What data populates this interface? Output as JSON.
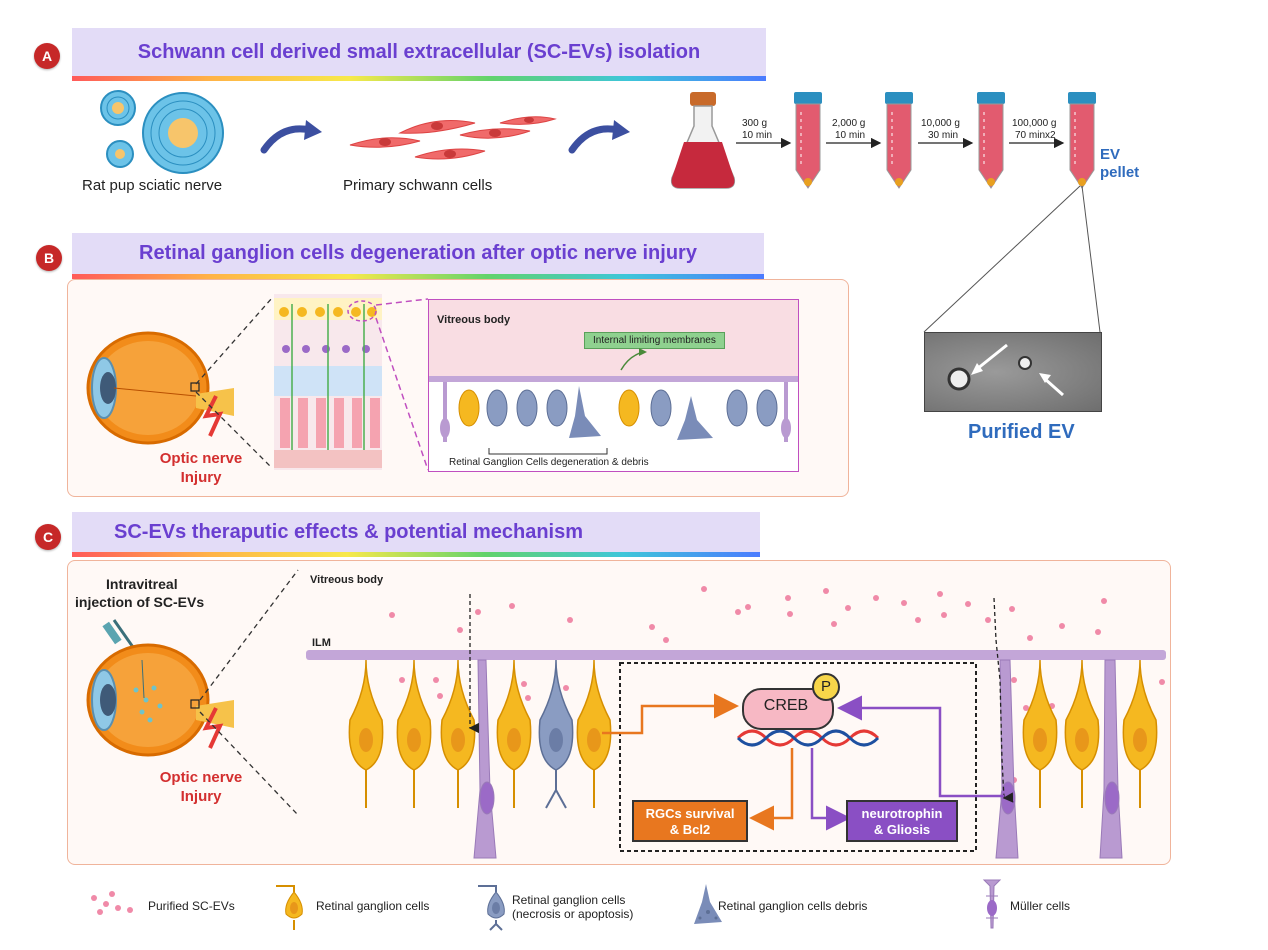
{
  "sectionA": {
    "badge": "A",
    "title": "Schwann cell derived small extracellular (SC-EVs) isolation",
    "nerve_label": "Rat pup sciatic nerve",
    "cells_label": "Primary schwann cells",
    "steps": [
      {
        "speed": "300 g",
        "time": "10 min"
      },
      {
        "speed": "2,000 g",
        "time": "10 min"
      },
      {
        "speed": "10,000 g",
        "time": "30 min"
      },
      {
        "speed": "100,000 g",
        "time": "70 minx2"
      }
    ],
    "pellet_label": "EV pellet",
    "purified_label": "Purified EV"
  },
  "sectionB": {
    "badge": "B",
    "title": "Retinal ganglion cells degeneration after optic nerve injury",
    "vitreous_label": "Vitreous body",
    "ilm_label": "Internal limiting membranes",
    "degeneration_label": "Retinal Ganglion Cells degeneration & debris",
    "injury_label_line1": "Optic nerve",
    "injury_label_line2": "Injury"
  },
  "sectionC": {
    "badge": "C",
    "title": "SC-EVs theraputic effects & potential mechanism",
    "injection_line1": "Intravitreal",
    "injection_line2": "injection of SC-EVs",
    "vitreous_label": "Vitreous body",
    "ilm_label": "ILM",
    "injury_label_line1": "Optic nerve",
    "injury_label_line2": "Injury",
    "creb_label": "CREB",
    "phospho_label": "P",
    "survival_line1": "RGCs survival",
    "survival_line2": "& Bcl2",
    "neuro_line1": "neurotrophin",
    "neuro_line2": "& Gliosis"
  },
  "legend": {
    "items": [
      {
        "label": "Purified SC-EVs",
        "icon": "ev-dots-icon"
      },
      {
        "label": "Retinal ganglion cells",
        "icon": "rgc-icon"
      },
      {
        "label_line1": "Retinal ganglion cells",
        "label_line2": "(necrosis or apoptosis)",
        "icon": "rgc-necrosis-icon"
      },
      {
        "label": "Retinal ganglion cells  debris",
        "icon": "rgc-debris-icon"
      },
      {
        "label": "Müller cells",
        "icon": "muller-cell-icon"
      }
    ]
  },
  "colors": {
    "badge": "#c62828",
    "banner_bg": "#e3dcf7",
    "banner_text": "#6a3fd0",
    "injury_red": "#d32f2f",
    "ev_blue": "#2f6bbd",
    "rgc_yellow": "#f5b820",
    "rgc_grey_blue": "#8a9cc2",
    "muller_purple": "#b99ad1",
    "survival_orange": "#e8771f",
    "neuro_purple": "#8a4fc4",
    "ev_pink": "#f08aa8"
  }
}
